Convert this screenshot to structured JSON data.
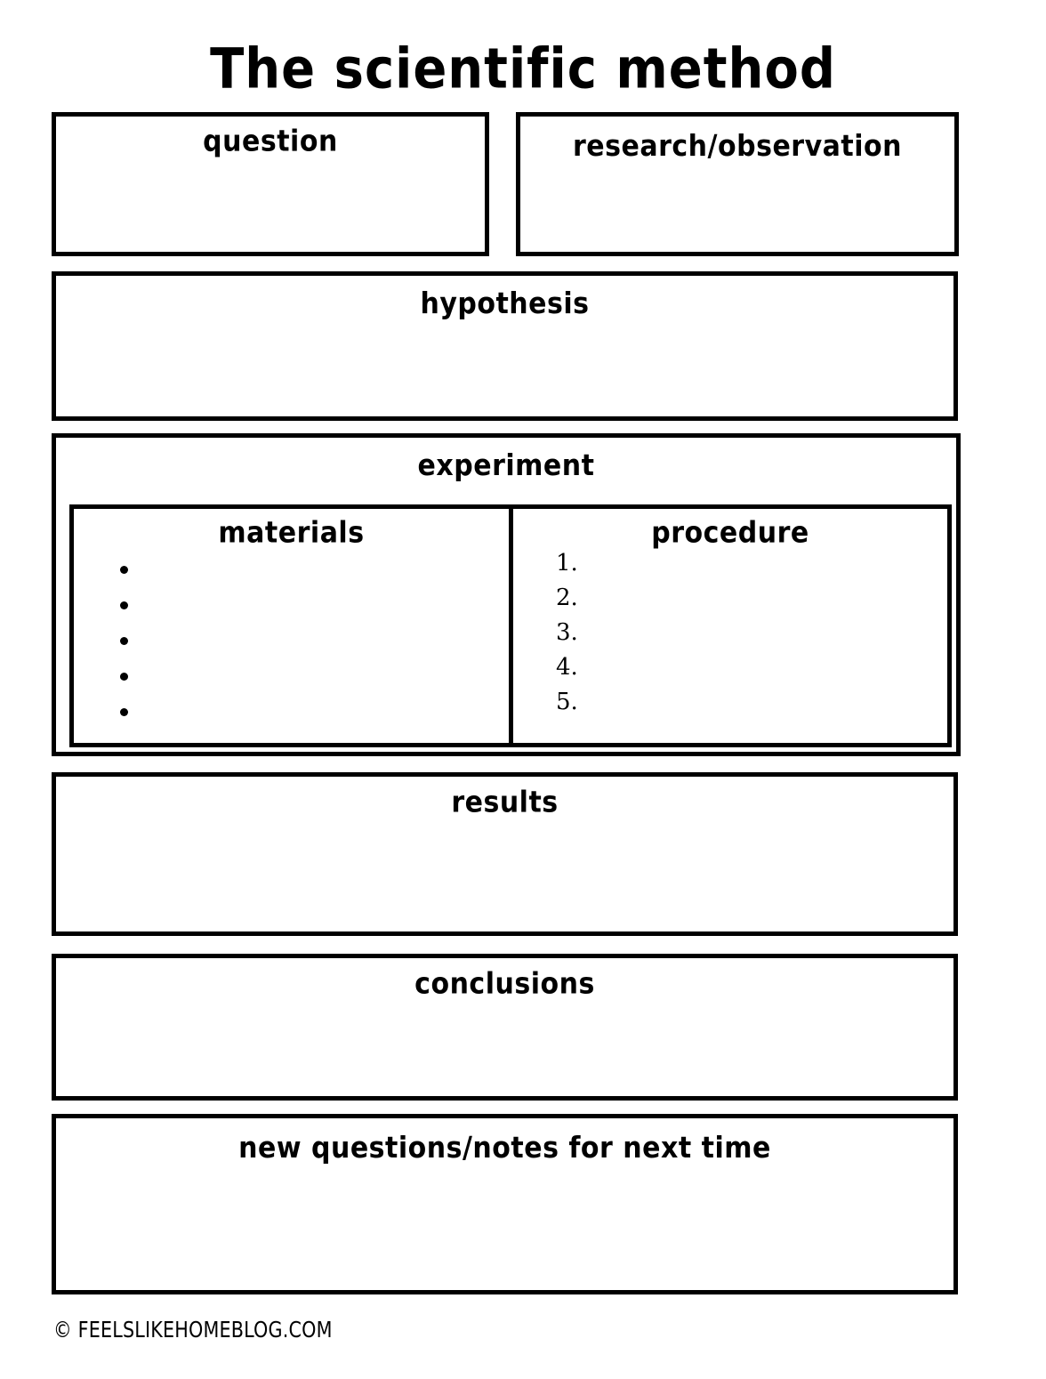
{
  "page": {
    "title": "The scientific method",
    "footer_credit": "© FEELSLIKEHOMEBLOG.COM",
    "background_color": "#ffffff",
    "ink_color": "#000000"
  },
  "sections": {
    "question": {
      "label": "question"
    },
    "research": {
      "label": "research/observation"
    },
    "hypothesis": {
      "label": "hypothesis"
    },
    "experiment": {
      "label": "experiment",
      "materials": {
        "label": "materials",
        "bullets": [
          "",
          "",
          "",
          "",
          ""
        ],
        "bullet_count": 5
      },
      "procedure": {
        "label": "procedure",
        "items": [
          "1.",
          "2.",
          "3.",
          "4.",
          "5."
        ],
        "item_count": 5
      }
    },
    "results": {
      "label": "results"
    },
    "conclusions": {
      "label": "conclusions"
    },
    "new_questions": {
      "label": "new questions/notes for next time"
    }
  }
}
